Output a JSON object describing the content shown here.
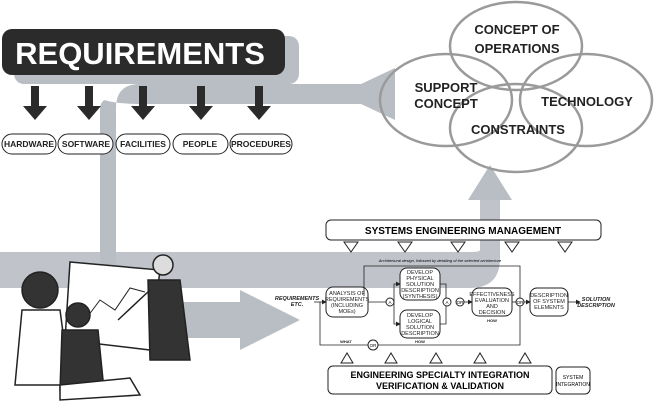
{
  "requirements": {
    "title": "REQUIREMENTS",
    "items": [
      "HARDWARE",
      "SOFTWARE",
      "FACILITIES",
      "PEOPLE",
      "PROCEDURES"
    ]
  },
  "circles": {
    "concept_of_operations": [
      "CONCEPT OF",
      "OPERATIONS"
    ],
    "support_concept": [
      "SUPPORT",
      "CONCEPT"
    ],
    "technology": "TECHNOLOGY",
    "constraints": "CONSTRAINTS"
  },
  "process": {
    "management": "SYSTEMS ENGINEERING MANAGEMENT",
    "note": "Architectural design, followed by detailing of the selected architecture",
    "input": [
      "REQUIREMENTS",
      "ETC."
    ],
    "analysis": [
      "ANALYSIS OF",
      "REQUIREMENTS",
      "(INCLUDING",
      "MOEs)"
    ],
    "physical": [
      "DEVELOP",
      "PHYSICAL",
      "SOLUTION",
      "DESCRIPTION",
      "(SYNTHESIS)"
    ],
    "logical": [
      "DEVELOP",
      "LOGICAL",
      "SOLUTION",
      "DESCRIPTION"
    ],
    "effectiveness": [
      "EFFECTIVENESS",
      "EVALUATION",
      "AND",
      "DECISION"
    ],
    "description": [
      "DESCRIPTION",
      "OF SYSTEM",
      "ELEMENTS"
    ],
    "output": [
      "SOLUTION",
      "DESCRIPTION"
    ],
    "node_a": "A",
    "node_or": "OR",
    "what": "WHAT",
    "how": "HOW",
    "how2": "HOW",
    "specialty": [
      "ENGINEERING SPECIALTY INTEGRATION",
      "VERIFICATION & VALIDATION"
    ],
    "system_integration": [
      "SYSTEM",
      "INTEGRATION"
    ]
  },
  "colors": {
    "band": "#b9bec4",
    "dark": "#2b2b2b"
  }
}
